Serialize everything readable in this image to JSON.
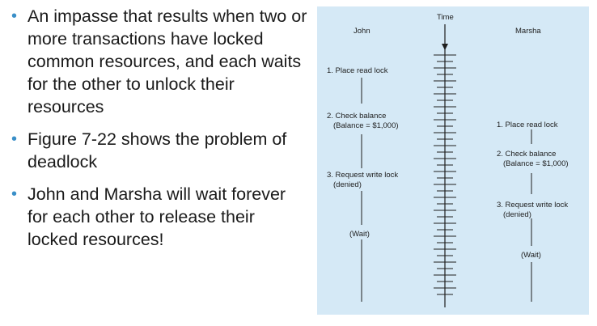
{
  "bullets": [
    "An impasse that results when two or more transactions have locked common resources, and each waits for the other to unlock their resources",
    "Figure 7-22 shows the problem of deadlock",
    "John and Marsha will wait forever for each other to release their locked resources!"
  ],
  "figure": {
    "time_label": "Time",
    "john": {
      "name": "John",
      "steps": [
        "1. Place read lock",
        "2. Check balance",
        "(Balance = $1,000)",
        "3. Request write lock",
        "(denied)",
        "(Wait)"
      ]
    },
    "marsha": {
      "name": "Marsha",
      "steps": [
        "1. Place read lock",
        "2. Check balance",
        "(Balance = $1,000)",
        "3. Request write lock",
        "(denied)",
        "(Wait)"
      ]
    },
    "colors": {
      "panel": "#d5e9f6",
      "bullet": "#3a8fc8",
      "line": "#1e1e1e"
    }
  }
}
